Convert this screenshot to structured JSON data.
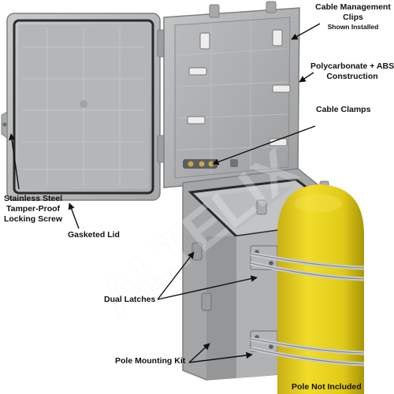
{
  "watermark": "ALTELIX",
  "labels": {
    "cable_mgmt_line1": "Cable Management",
    "cable_mgmt_line2": "Clips",
    "cable_mgmt_sub": "Shown Installed",
    "polycarbonate_line1": "Polycarbonate + ABS",
    "polycarbonate_line2": "Construction",
    "cable_clamps": "Cable Clamps",
    "locking_screw_line1": "Stainless Steel",
    "locking_screw_line2": "Tamper-Proof",
    "locking_screw_line3": "Locking Screw",
    "gasketed_lid": "Gasketed Lid",
    "dual_latches": "Dual Latches",
    "pole_mounting_kit": "Pole Mounting Kit",
    "pole_not_included": "Pole Not Included"
  },
  "colors": {
    "enclosure_gray": "#b5b7b8",
    "enclosure_dark": "#8f9192",
    "gasket": "#2a2a2a",
    "pole_yellow": "#e8d21c",
    "pole_shadow": "#b39f0c",
    "steel": "#c9ccd0",
    "arrow": "#111111"
  }
}
